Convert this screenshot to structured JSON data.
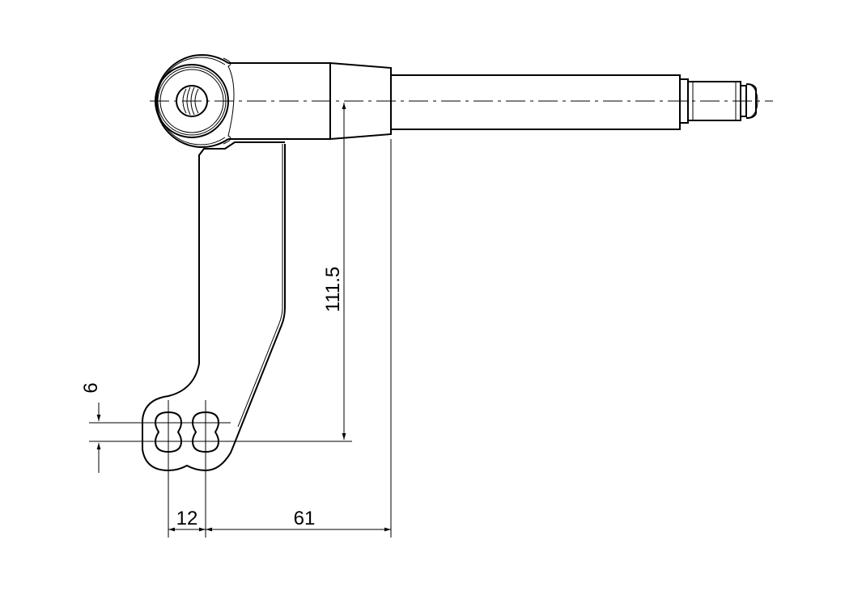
{
  "drawing": {
    "dimensions": {
      "height_to_axis": "111.5",
      "hole_spacing": "12",
      "offset_to_shoulder": "61",
      "slot_length": "6"
    },
    "line_color": "#000000",
    "background": "#ffffff"
  }
}
